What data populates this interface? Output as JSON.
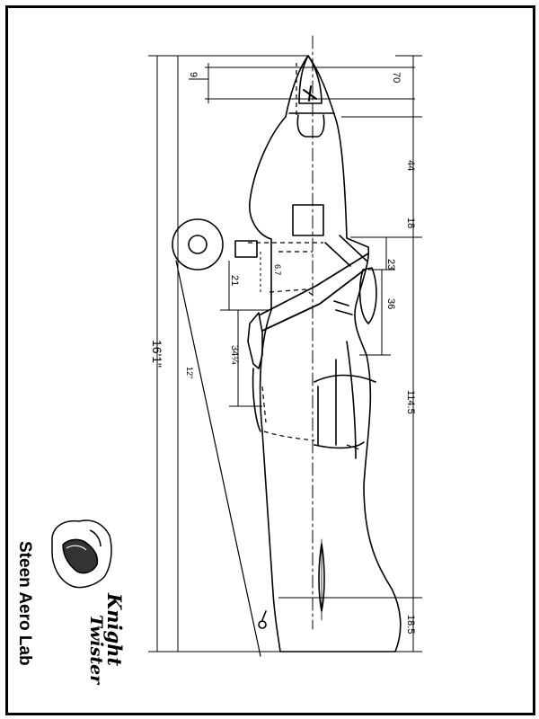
{
  "dimensions": {
    "spinner_width": "70",
    "spinner_offset": "9",
    "nose_to_cockpit": "44",
    "cockpit_section": "18",
    "gear_forward": "23",
    "gear_track": "36",
    "gear_aft": "21",
    "strut_offset": "6.7",
    "wing_mid": "34¼",
    "fuselage_aft": "114.5",
    "tail_section": "18.5",
    "overall_length": "16'1\"",
    "wing_chord": "12\""
  },
  "brand": {
    "lab_name": "Steen Aero Lab",
    "model_word1": "Knight",
    "model_word2": "Twister"
  }
}
